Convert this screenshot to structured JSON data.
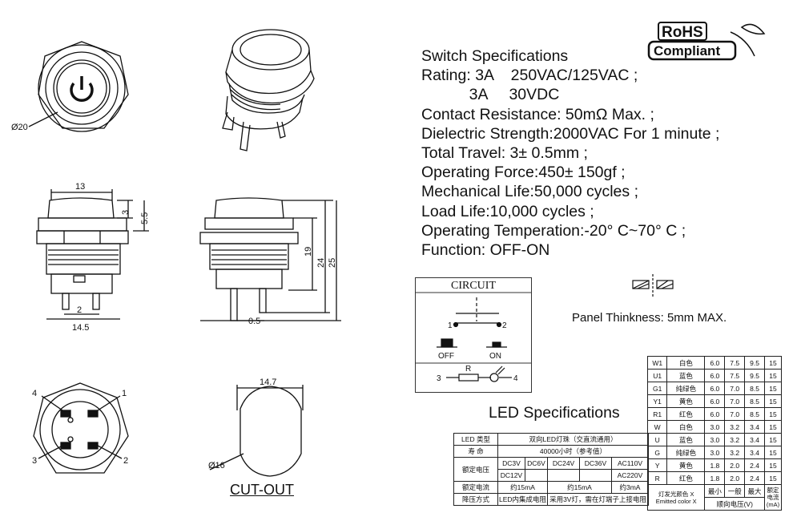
{
  "spec": {
    "title": "Switch Specifications",
    "lines": [
      "Rating: 3A    250VAC/125VAC ;",
      "           3A     30VDC",
      "Contact Resistance: 50mΩ Max. ;",
      "Dielectric Strength:2000VAC For 1 minute ;",
      "Total Travel: 3± 0.5mm ;",
      "Operating Force:450± 150gf ;",
      "Mechanical Life:50,000 cycles ;",
      "Load Life:10,000 cycles ;",
      "Operating Temperation:-20° C~70° C ;",
      "Function: OFF-ON"
    ]
  },
  "rohs": {
    "top": "RoHS",
    "bottom": "Compliant"
  },
  "drawing": {
    "dia20": "Ø20",
    "dim13": "13",
    "dim3": "3",
    "dim55": "5.5",
    "dim2": "2",
    "dim145": "14.5",
    "dim19": "19",
    "dim24": "24",
    "dim25": "25",
    "dim05": "0.5",
    "dim147": "14.7",
    "dia16": "Ø16",
    "pin1": "1",
    "pin2": "2",
    "pin3": "3",
    "pin4": "4",
    "cutout": "CUT-OUT"
  },
  "panel": {
    "label": "Panel Thinkness: 5mm MAX."
  },
  "circuit": {
    "title": "CIRCUIT",
    "p1": "1",
    "p2": "2",
    "off": "OFF",
    "on": "ON",
    "p3": "3",
    "r": "R",
    "p4": "4"
  },
  "led": {
    "title": "LED Specifications",
    "type_label": "LED 类型",
    "type_value": "双向LED灯珠（交直流通用）",
    "life_label": "寿 命",
    "life_value": "40000小时（参考值）",
    "voltage_label": "额定电压",
    "v1": [
      "DC3V",
      "DC6V",
      "DC24V",
      "DC36V",
      "AC110V"
    ],
    "v2": [
      "DC12V",
      "",
      "",
      "",
      "AC220V"
    ],
    "current_label": "额定电流",
    "c1": "约15mA",
    "c2": "约15mA",
    "c3": "约3mA",
    "drop_label": "降压方式",
    "d1": "LED内集成电阻",
    "d2": "采用3V灯，需在灯端子上接电阻"
  },
  "color_table": {
    "rows": [
      [
        "W1",
        "白色",
        "6.0",
        "7.5",
        "9.5",
        "15"
      ],
      [
        "U1",
        "蓝色",
        "6.0",
        "7.5",
        "9.5",
        "15"
      ],
      [
        "G1",
        "纯绿色",
        "6.0",
        "7.0",
        "8.5",
        "15"
      ],
      [
        "Y1",
        "黄色",
        "6.0",
        "7.0",
        "8.5",
        "15"
      ],
      [
        "R1",
        "红色",
        "6.0",
        "7.0",
        "8.5",
        "15"
      ],
      [
        "W",
        "白色",
        "3.0",
        "3.2",
        "3.4",
        "15"
      ],
      [
        "U",
        "蓝色",
        "3.0",
        "3.2",
        "3.4",
        "15"
      ],
      [
        "G",
        "纯绿色",
        "3.0",
        "3.2",
        "3.4",
        "15"
      ],
      [
        "Y",
        "黄色",
        "1.8",
        "2.0",
        "2.4",
        "15"
      ],
      [
        "R",
        "红色",
        "1.8",
        "2.0",
        "2.4",
        "15"
      ]
    ],
    "footer_color": "灯发光颜色 X",
    "footer_color_en": "Emitted color X",
    "min": "最小",
    "typ": "一般",
    "max": "最大",
    "fwd": "顺向电压(V)",
    "rated": "额定电流(mA)"
  }
}
